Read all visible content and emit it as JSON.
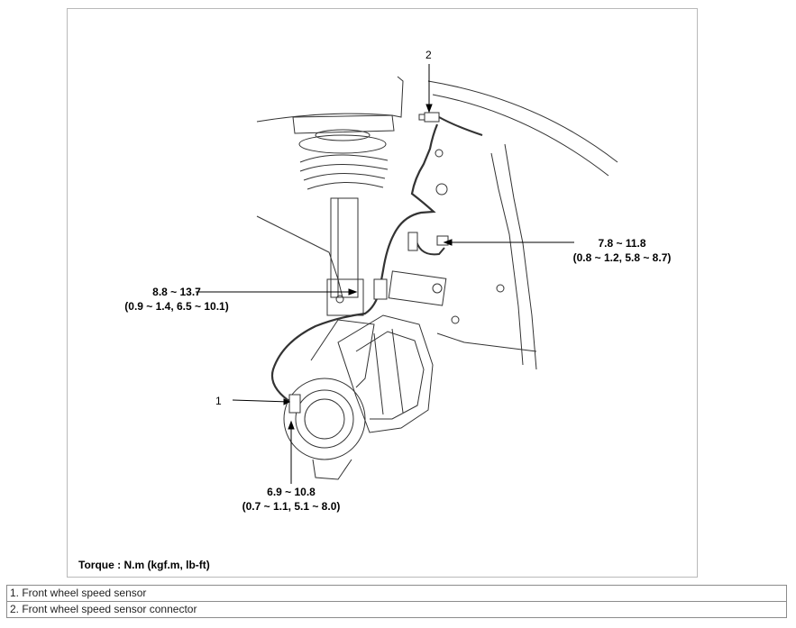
{
  "diagram": {
    "callouts": [
      {
        "number": "1"
      },
      {
        "number": "2"
      }
    ],
    "torque_specs": [
      {
        "line1": "8.8 ~ 13.7",
        "line2": "(0.9 ~ 1.4, 6.5 ~ 10.1)"
      },
      {
        "line1": "7.8 ~ 11.8",
        "line2": "(0.8 ~ 1.2, 5.8 ~ 8.7)"
      },
      {
        "line1": "6.9 ~ 10.8",
        "line2": "(0.7 ~ 1.1, 5.1 ~ 8.0)"
      }
    ],
    "torque_unit_note": "Torque : N.m (kgf.m, lb-ft)"
  },
  "legend": [
    "1. Front wheel speed sensor",
    "2. Front wheel speed sensor connector"
  ]
}
